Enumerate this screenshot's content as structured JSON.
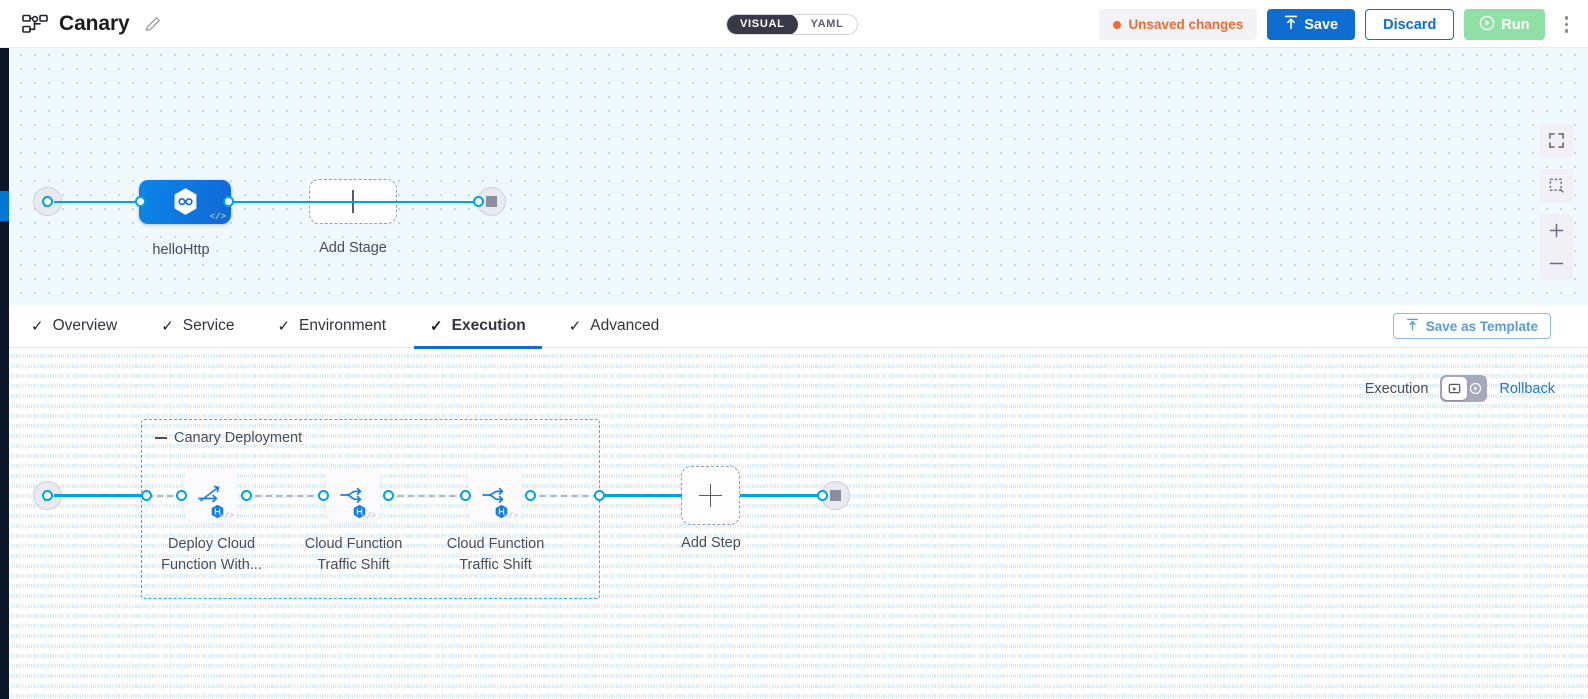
{
  "header": {
    "pipeline_icon": "pipeline-icon",
    "title": "Canary",
    "edit_icon": "pencil-edit-icon",
    "view_toggle": {
      "visual": "VISUAL",
      "yaml": "YAML",
      "selected": "VISUAL"
    },
    "unsaved_label": "Unsaved changes",
    "save_label": "Save",
    "discard_label": "Discard",
    "run_label": "Run",
    "more_icon": "kebab-menu-icon",
    "colors": {
      "unsaved": "#f4692c",
      "save_bg": "#0d6dd0",
      "discard_text": "#0d6dd0",
      "run_bg": "#8fe0a4"
    }
  },
  "stage_canvas": {
    "start_node": "start-icon",
    "end_node": "stop-icon",
    "stage": {
      "label": "helloHttp",
      "icon": "hexagon-link-icon",
      "code_badge": "</>"
    },
    "add_stage": {
      "label": "Add Stage",
      "icon": "plus-icon"
    },
    "controls": {
      "fullscreen": "fullscreen-icon",
      "fit": "fit-to-screen-icon",
      "zoom_in": "plus-icon",
      "zoom_out": "minus-icon"
    }
  },
  "tabs": [
    {
      "label": "Overview",
      "check": "✓",
      "active": false
    },
    {
      "label": "Service",
      "check": "✓",
      "active": false
    },
    {
      "label": "Environment",
      "check": "✓",
      "active": false
    },
    {
      "label": "Execution",
      "check": "✓",
      "active": true
    },
    {
      "label": "Advanced",
      "check": "✓",
      "active": false
    }
  ],
  "save_template": {
    "label": "Save as Template",
    "icon": "template-upload-icon"
  },
  "execution_controls": {
    "label": "Execution",
    "toggle_left_icon": "execution-view-icon",
    "toggle_right_icon": "rollback-view-icon",
    "rollback_label": "Rollback"
  },
  "execution_canvas": {
    "start_node": "start-icon",
    "end_node": "stop-icon",
    "group": {
      "title": "Canary Deployment",
      "collapse_icon": "collapse-dash-icon",
      "steps": [
        {
          "label_line1": "Deploy Cloud",
          "label_line2": "Function With...",
          "icon": "deploy-function-icon",
          "badge": "harness-hex-badge",
          "code_badge": "</>"
        },
        {
          "label_line1": "Cloud Function",
          "label_line2": "Traffic Shift",
          "icon": "traffic-shift-icon",
          "badge": "harness-hex-badge",
          "code_badge": "</>"
        },
        {
          "label_line1": "Cloud Function",
          "label_line2": "Traffic Shift",
          "icon": "traffic-shift-icon",
          "badge": "harness-hex-badge",
          "code_badge": "</>"
        }
      ]
    },
    "add_step": {
      "label": "Add Step",
      "icon": "plus-icon"
    }
  }
}
